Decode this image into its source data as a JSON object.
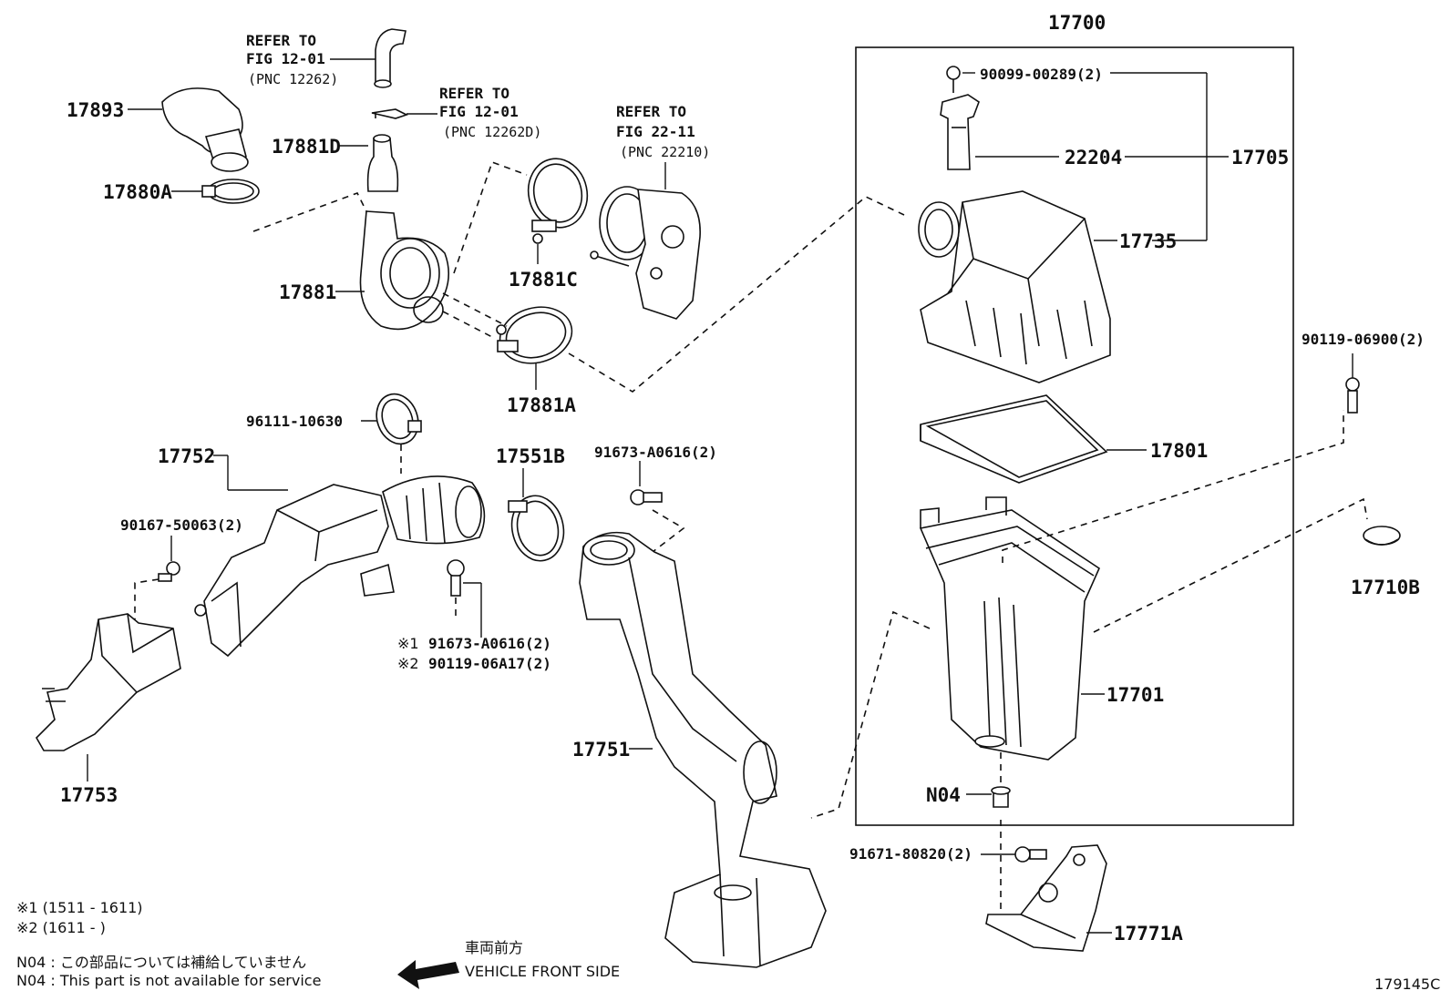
{
  "group_label": "17700",
  "parts": {
    "p17893": "17893",
    "p17881D": "17881D",
    "p17880A": "17880A",
    "p17881": "17881",
    "p17881C": "17881C",
    "p17881A": "17881A",
    "p9009900289": "90099-00289(2)",
    "p22204": "22204",
    "p17705": "17705",
    "p17735": "17735",
    "p9011906900": "90119-06900(2)",
    "p17801": "17801",
    "p17710B": "17710B",
    "p17701": "17701",
    "pN04": "N04",
    "p9167180820": "91671-80820(2)",
    "p17771A": "17771A",
    "p9611110630": "96111-10630",
    "p17752": "17752",
    "p17551B": "17551B",
    "p91673A0616top": "91673-A0616(2)",
    "p9016750063": "90167-50063(2)",
    "p91673A0616": "91673-A0616(2)",
    "p90119A17": "90119-06A17(2)",
    "mark1": "※1",
    "mark2": "※2",
    "p17753": "17753",
    "p17751": "17751"
  },
  "refs": {
    "ref1": [
      "REFER TO",
      "FIG 12-01",
      "(PNC 12262)"
    ],
    "ref2": [
      "REFER TO",
      "FIG 12-01",
      "(PNC 12262D)"
    ],
    "ref3": [
      "REFER TO",
      "FIG 22-11",
      "(PNC 22210)"
    ]
  },
  "notes": {
    "note1": "※1 (1511 - 1611)",
    "note2": "※2 (1611 -       )",
    "n04_jp": "N04 : この部品については補給していません",
    "n04_en": "N04 : This part is not available for service"
  },
  "direction": {
    "jp": "車両前方",
    "en": "VEHICLE FRONT SIDE"
  },
  "figure_id": "179145C"
}
